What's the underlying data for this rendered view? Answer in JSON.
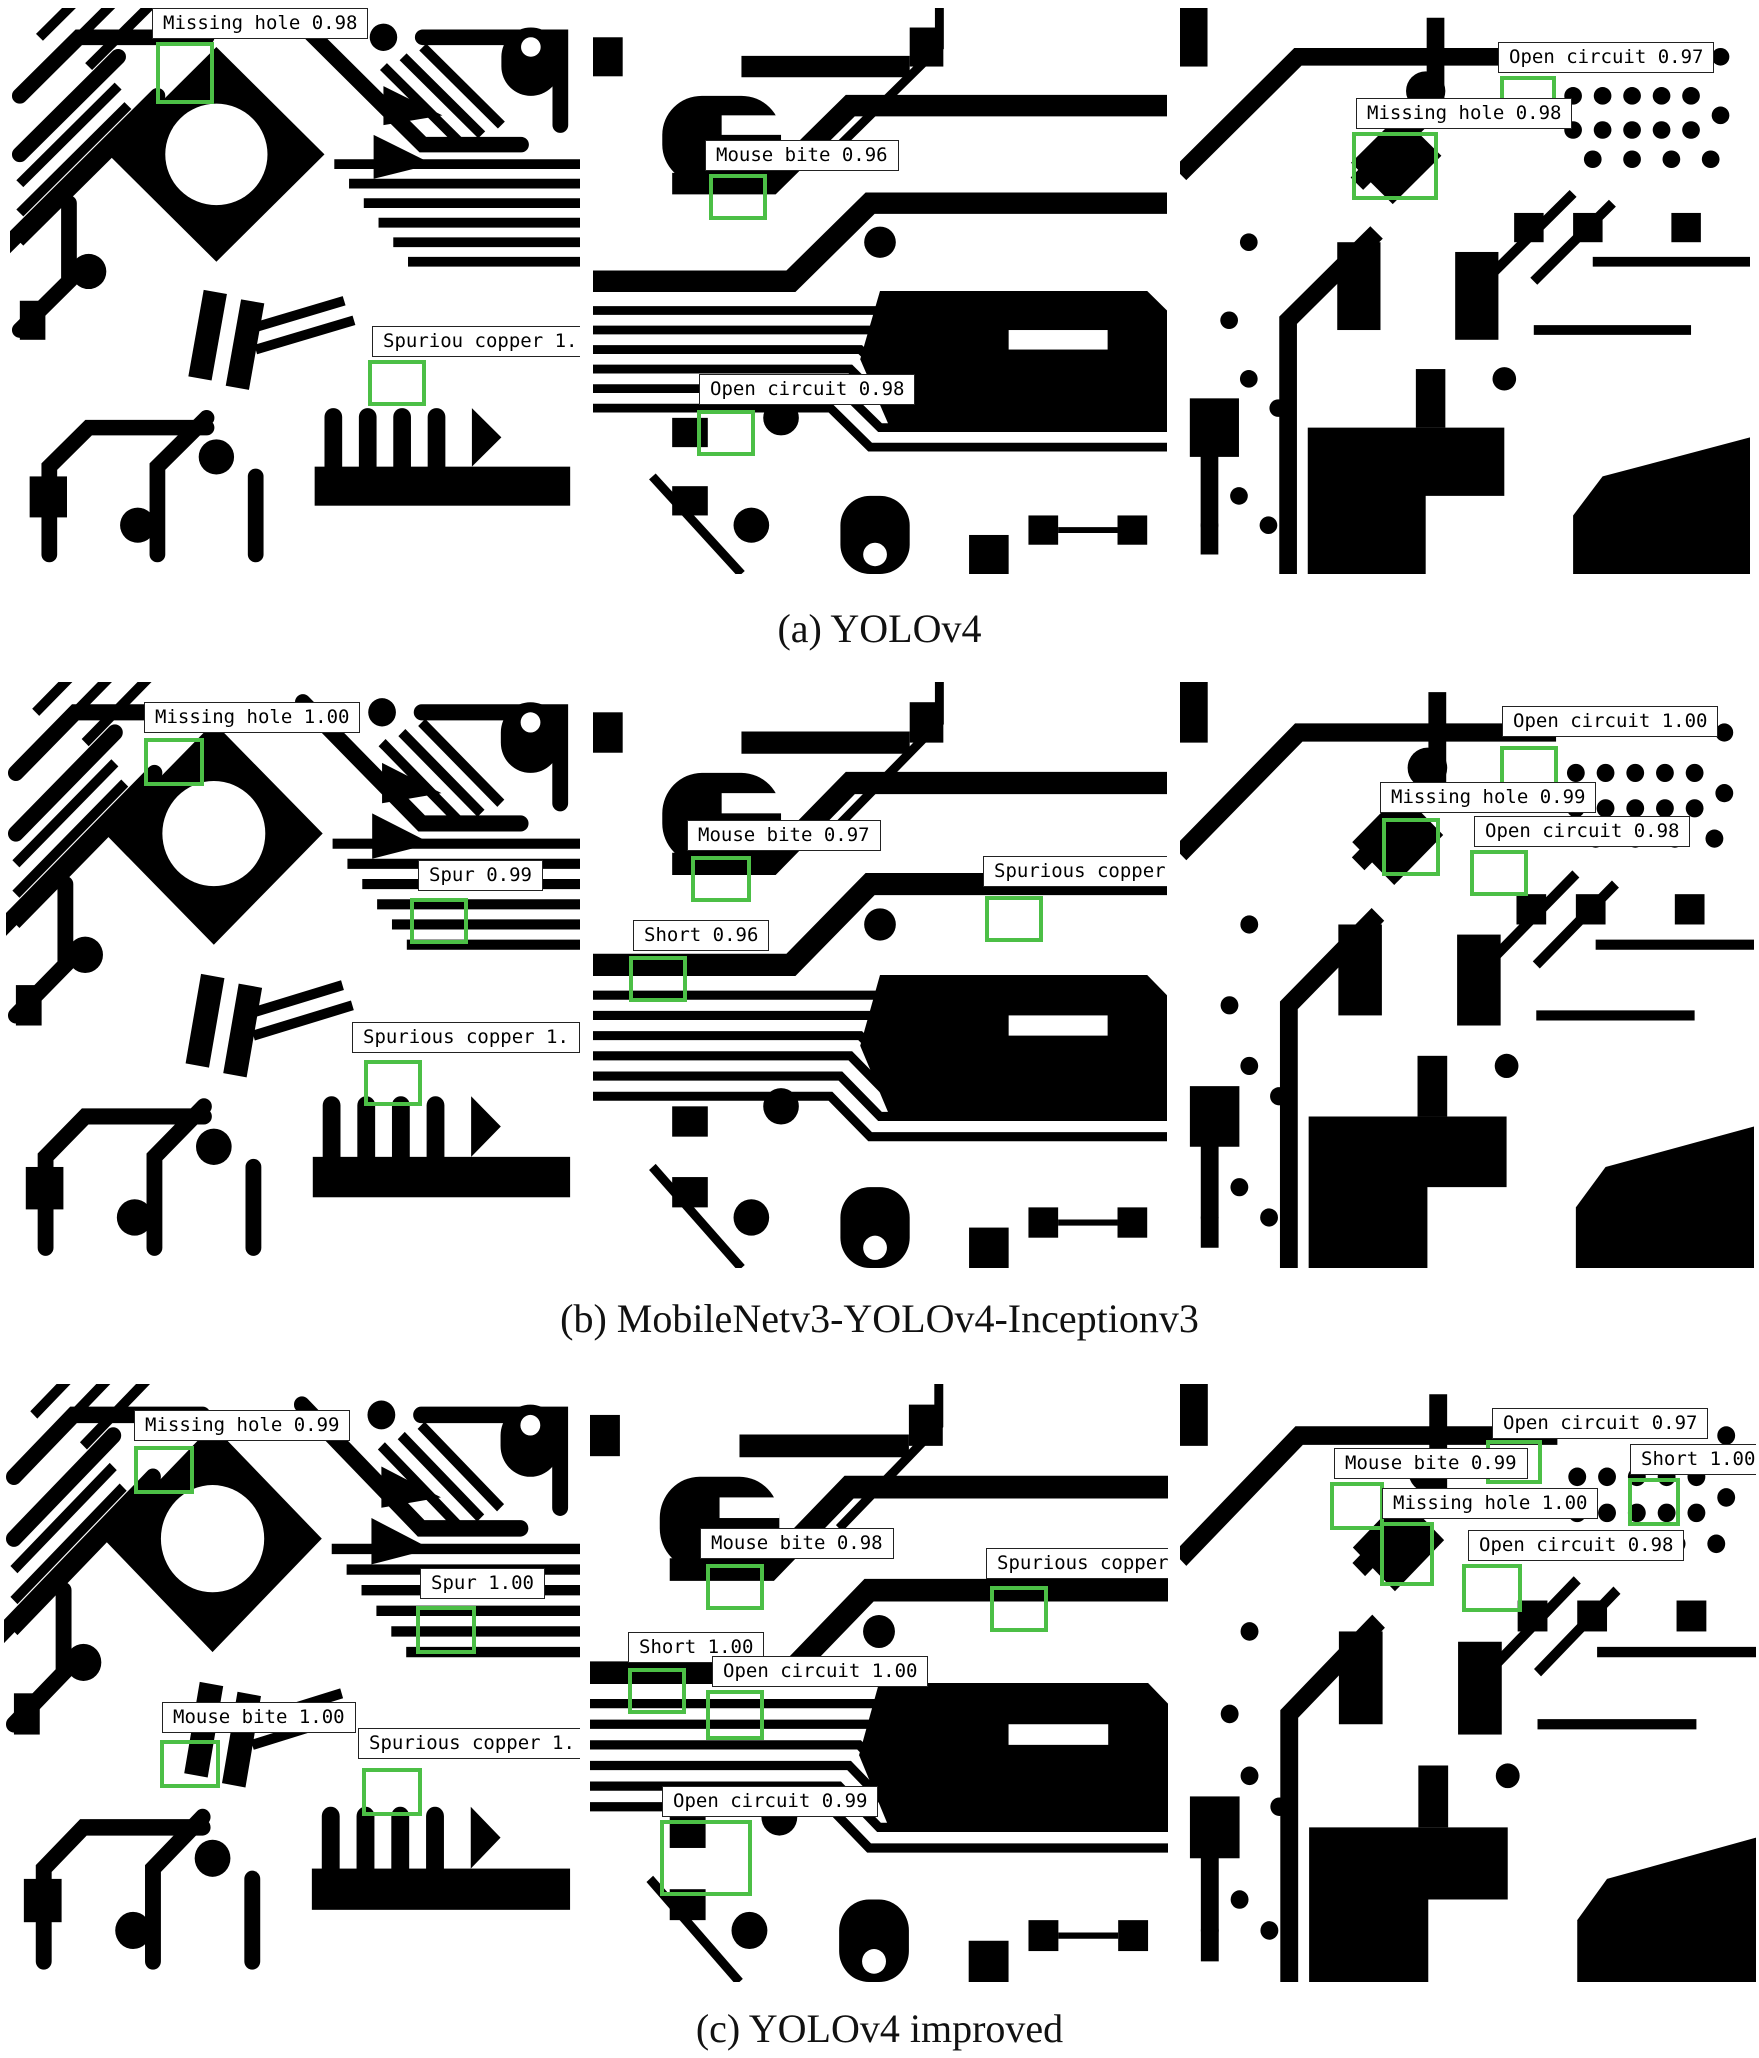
{
  "box_color": "#4cbf46",
  "rows": [
    {
      "caption": "(a)  YOLOv4",
      "panels": [
        {
          "detections": [
            {
              "label": "Missing hole 0.98"
            },
            {
              "label": "Spuriou copper 1."
            }
          ]
        },
        {
          "detections": [
            {
              "label": "Mouse bite 0.96"
            },
            {
              "label": "Open circuit 0.98"
            }
          ]
        },
        {
          "detections": [
            {
              "label": "Open circuit 0.97"
            },
            {
              "label": "Missing hole 0.98"
            }
          ]
        }
      ]
    },
    {
      "caption": "(b)  MobileNetv3-YOLOv4-Inceptionv3",
      "panels": [
        {
          "detections": [
            {
              "label": "Missing hole 1.00"
            },
            {
              "label": "Spur 0.99"
            },
            {
              "label": "Spurious copper 1."
            }
          ]
        },
        {
          "detections": [
            {
              "label": "Mouse bite 0.97"
            },
            {
              "label": "Spurious copper"
            },
            {
              "label": "Short 0.96"
            }
          ]
        },
        {
          "detections": [
            {
              "label": "Open circuit 1.00"
            },
            {
              "label": "Missing hole 0.99"
            },
            {
              "label": "Open circuit 0.98"
            }
          ]
        }
      ]
    },
    {
      "caption": "(c)  YOLOv4 improved",
      "panels": [
        {
          "detections": [
            {
              "label": "Missing hole 0.99"
            },
            {
              "label": "Spur 1.00"
            },
            {
              "label": "Mouse bite 1.00"
            },
            {
              "label": "Spurious copper 1."
            }
          ]
        },
        {
          "detections": [
            {
              "label": "Mouse bite 0.98"
            },
            {
              "label": "Spurious copper"
            },
            {
              "label": "Short 1.00"
            },
            {
              "label": "Open circuit 1.00"
            },
            {
              "label": "Open circuit 0.99"
            }
          ]
        },
        {
          "detections": [
            {
              "label": "Open circuit 0.97"
            },
            {
              "label": "Short 1.00"
            },
            {
              "label": "Mouse bite 0.99"
            },
            {
              "label": "Missing hole 1.00"
            },
            {
              "label": "Open circuit 0.98"
            }
          ]
        }
      ]
    }
  ]
}
